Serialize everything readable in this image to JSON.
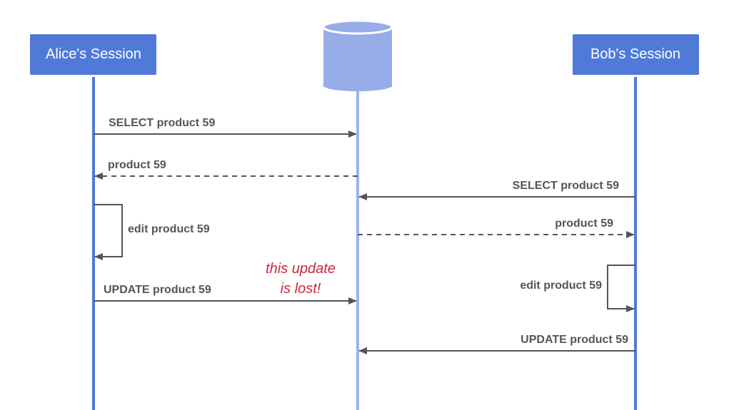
{
  "participants": {
    "alice": "Alice's Session",
    "bob": "Bob's Session"
  },
  "database": {
    "icon": "database-icon"
  },
  "messages": {
    "alice_select": "SELECT product 59",
    "alice_response": "product 59",
    "bob_select": "SELECT product 59",
    "bob_response": "product 59",
    "alice_edit": "edit product 59",
    "alice_update": "UPDATE product 59",
    "bob_edit": "edit product 59",
    "bob_update": "UPDATE product 59"
  },
  "note": {
    "line1": "this update",
    "line2": "is lost!"
  },
  "colors": {
    "participant": "#4f7ad8",
    "database": "#97ade9",
    "arrow": "#555555",
    "note": "#c8283c"
  }
}
